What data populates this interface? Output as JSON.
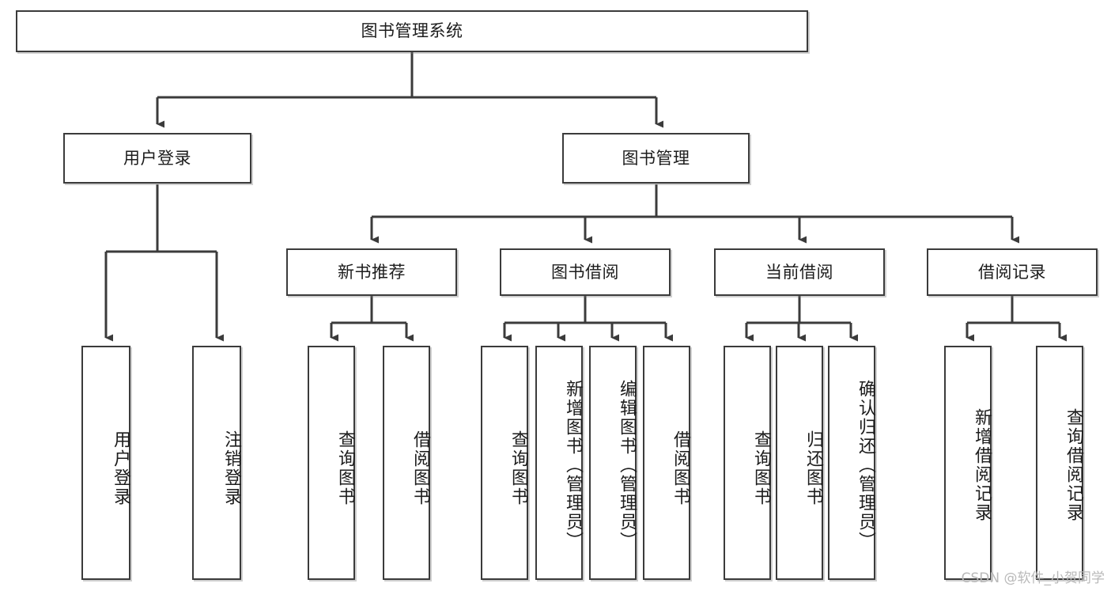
{
  "diagram": {
    "type": "tree",
    "title": "图书管理系统",
    "root": {
      "label": "图书管理系统"
    },
    "level2": [
      {
        "label": "用户登录"
      },
      {
        "label": "图书管理"
      }
    ],
    "level3": [
      {
        "label": "新书推荐"
      },
      {
        "label": "图书借阅"
      },
      {
        "label": "当前借阅"
      },
      {
        "label": "借阅记录"
      }
    ],
    "leaves": {
      "user_login": [
        {
          "label": "用户登录"
        },
        {
          "label": "注销登录"
        }
      ],
      "new_book_recommend": [
        {
          "label": "查询图书"
        },
        {
          "label": "借阅图书"
        }
      ],
      "book_borrow": [
        {
          "label": "查询图书"
        },
        {
          "label": "新增图书（管理员）"
        },
        {
          "label": "编辑图书（管理员）"
        },
        {
          "label": "借阅图书"
        }
      ],
      "current_borrow": [
        {
          "label": "查询图书"
        },
        {
          "label": "归还图书"
        },
        {
          "label": "确认归还（管理员）"
        }
      ],
      "borrow_records": [
        {
          "label": "新增借阅记录"
        },
        {
          "label": "查询借阅记录"
        }
      ]
    }
  },
  "watermark": {
    "text": "CSDN @软件_小贺同学"
  },
  "colors": {
    "stroke": "#3b3b3b",
    "text": "#1c1c1c",
    "background": "#ffffff",
    "watermark": "#b9b9b9"
  }
}
